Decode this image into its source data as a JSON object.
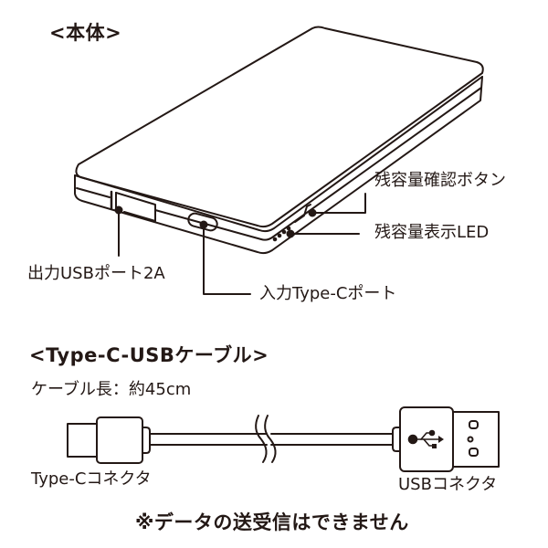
{
  "sections": {
    "body": {
      "heading": "<本体>",
      "labels": {
        "check_button": "残容量確認ボタン",
        "led": "残容量表示LED",
        "usb_output": "出力USBポート2A",
        "typec_input": "入力Type-Cポート"
      }
    },
    "cable": {
      "heading": "<Type-C-USBケーブル>",
      "length": "ケーブル長：約45cm",
      "labels": {
        "typec_connector": "Type-Cコネクタ",
        "usb_connector": "USBコネクタ"
      },
      "icons": {
        "usb_symbol": "usb-trident-icon"
      }
    },
    "note": "※データの送受信はできません"
  },
  "colors": {
    "line": "#231815",
    "background": "#ffffff"
  }
}
